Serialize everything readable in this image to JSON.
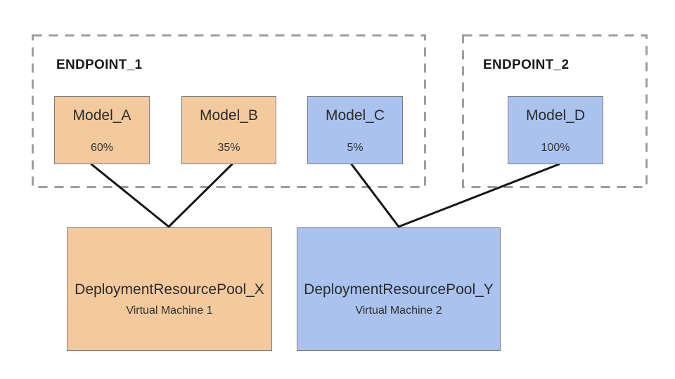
{
  "diagram_type": "model-deployment-topology",
  "colors": {
    "orange_fill": "#f2ca9e",
    "blue_fill": "#aac2ed",
    "box_border": "#7d7d7d",
    "dashed_border": "#9e9e9e",
    "connector_line": "#161616",
    "text": "#2b2b2b",
    "background": "#ffffff"
  },
  "endpoints": [
    {
      "label": "ENDPOINT_1",
      "models": [
        "Model_A",
        "Model_B",
        "Model_C"
      ]
    },
    {
      "label": "ENDPOINT_2",
      "models": [
        "Model_D"
      ]
    }
  ],
  "models": [
    {
      "name": "Model_A",
      "traffic_split": "60%",
      "color": "#f2ca9e"
    },
    {
      "name": "Model_B",
      "traffic_split": "35%",
      "color": "#f2ca9e"
    },
    {
      "name": "Model_C",
      "traffic_split": "5%",
      "color": "#aac2ed"
    },
    {
      "name": "Model_D",
      "traffic_split": "100%",
      "color": "#aac2ed"
    }
  ],
  "pools": [
    {
      "name": "DeploymentResourcePool_X",
      "machine": "Virtual Machine 1",
      "color": "#f2ca9e"
    },
    {
      "name": "DeploymentResourcePool_Y",
      "machine": "Virtual Machine 2",
      "color": "#aac2ed"
    }
  ],
  "connections": [
    {
      "from": "Model_A",
      "to": "DeploymentResourcePool_X"
    },
    {
      "from": "Model_B",
      "to": "DeploymentResourcePool_X"
    },
    {
      "from": "Model_C",
      "to": "DeploymentResourcePool_Y"
    },
    {
      "from": "Model_D",
      "to": "DeploymentResourcePool_Y"
    }
  ]
}
